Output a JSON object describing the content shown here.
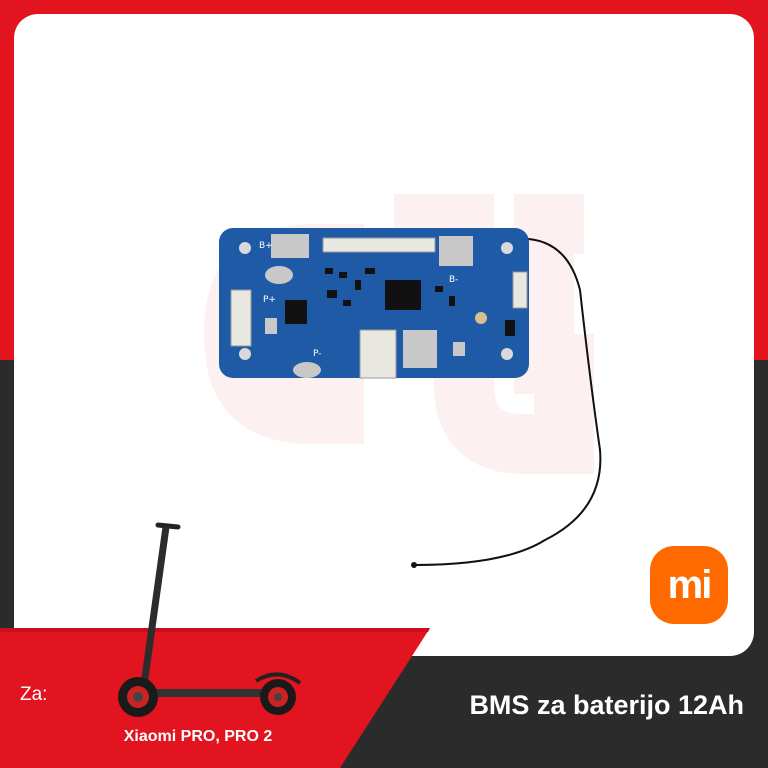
{
  "title": "BMS za baterijo 12Ah",
  "for_label": "Za:",
  "compatible_models": "Xiaomi PRO, PRO 2",
  "logo_text": "mi",
  "board_silkscreen": {
    "b_plus": "B+",
    "b_minus": "B-",
    "p_plus": "P+",
    "p_minus": "P-"
  },
  "colors": {
    "brand_red": "#e2141f",
    "dark_bg": "#2b2b2b",
    "logo_orange": "#ff6a00",
    "pcb_blue": "#1f5aa6"
  },
  "icons": [
    "xiaomi-mi-logo",
    "electric-scooter-image",
    "bms-pcb-image",
    "watermark-logo"
  ]
}
